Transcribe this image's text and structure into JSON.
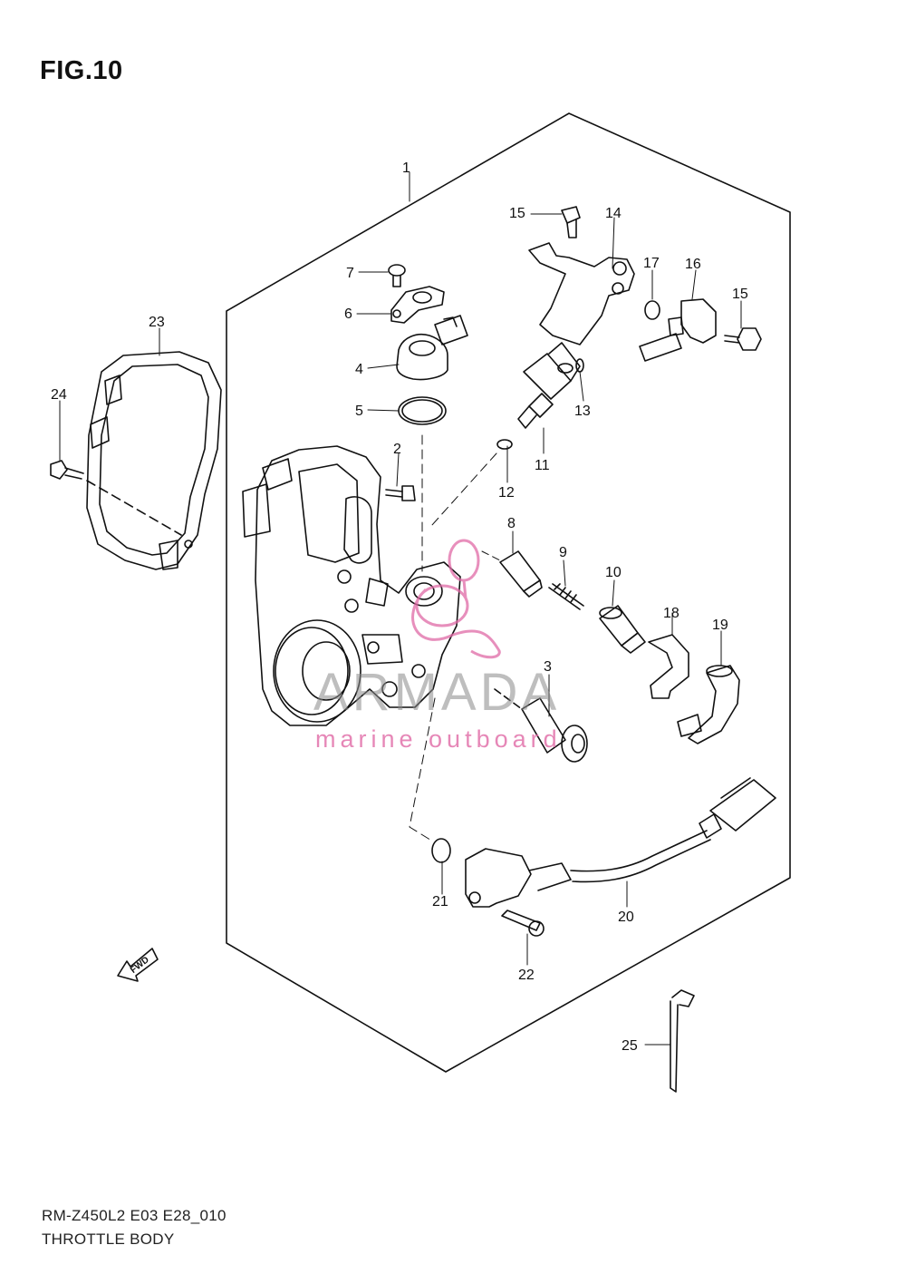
{
  "figure": {
    "title": "FIG.10",
    "model_code": "RM-Z450L2 E03 E28_010",
    "diagram_name": "THROTTLE BODY"
  },
  "watermark": {
    "brand": "ARMADA",
    "tagline": "marine outboard"
  },
  "direction_marker": "FWD",
  "part_labels": [
    "1",
    "2",
    "3",
    "4",
    "5",
    "6",
    "7",
    "8",
    "9",
    "10",
    "11",
    "12",
    "13",
    "14",
    "15",
    "15",
    "16",
    "17",
    "18",
    "19",
    "20",
    "21",
    "22",
    "23",
    "24",
    "25"
  ],
  "colors": {
    "line": "#111111",
    "watermark_gray": "#8a8a8a",
    "watermark_pink": "#e06aa6"
  }
}
